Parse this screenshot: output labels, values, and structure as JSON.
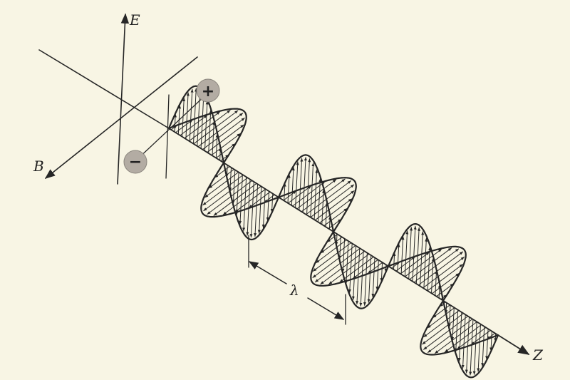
{
  "diagram": {
    "axis_labels": {
      "e_field": "E",
      "b_field": "B",
      "propagation": "Z"
    },
    "wavelength_label": "λ",
    "charges": {
      "positive": "+",
      "negative": "−"
    },
    "colors": {
      "background": "#f8f5e4",
      "ink": "#262626",
      "charge_fill": "#b3aca3"
    }
  }
}
